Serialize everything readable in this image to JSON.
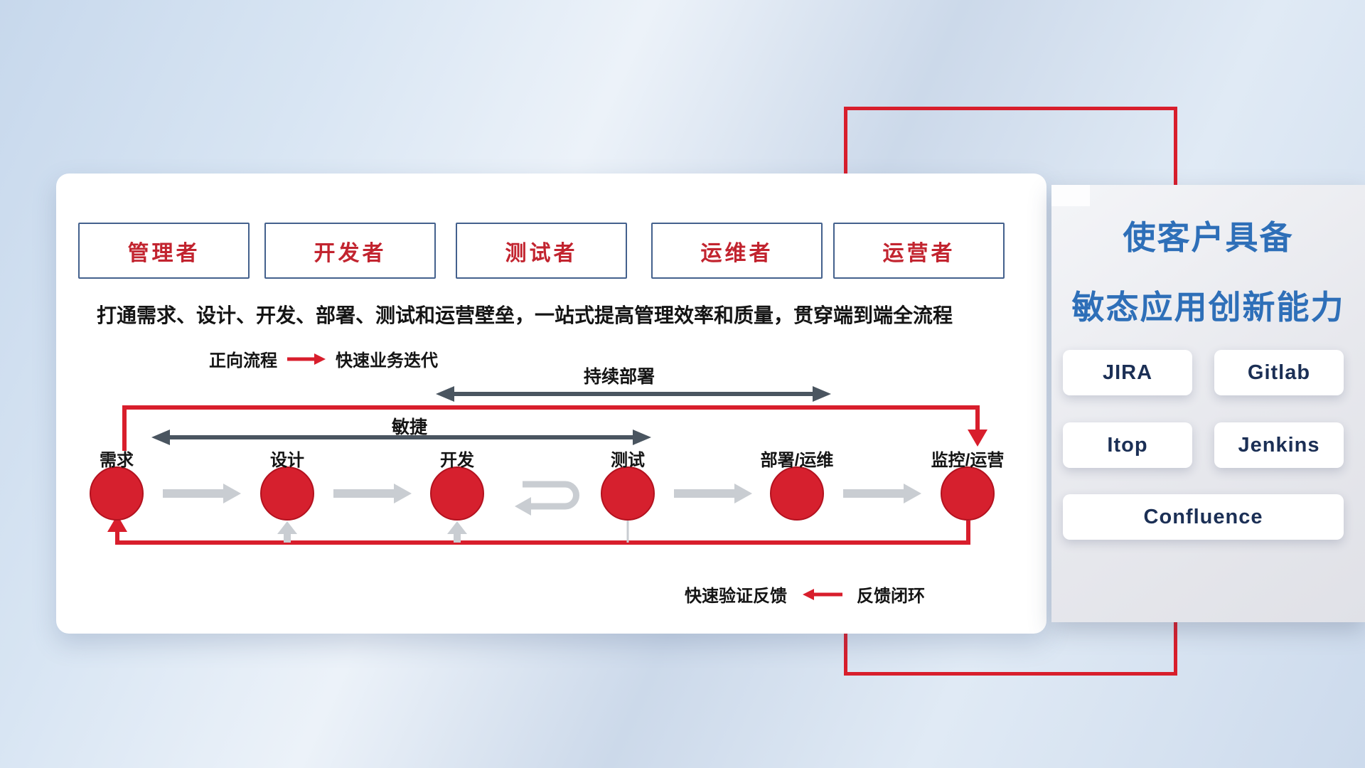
{
  "roles": [
    "管理者",
    "开发者",
    "测试者",
    "运维者",
    "运营者"
  ],
  "subtitle": "打通需求、设计、开发、部署、测试和运营壁垒，一站式提高管理效率和质量，贯穿端到端全流程",
  "forward_legend": {
    "label": "正向流程",
    "description": "快速业务迭代"
  },
  "feedback_legend": {
    "description": "快速验证反馈",
    "label": "反馈闭环"
  },
  "flow": {
    "stages": [
      "需求",
      "设计",
      "开发",
      "测试",
      "部署/运维",
      "监控/运营"
    ],
    "agile": "敏捷",
    "continuous_deployment": "持续部署"
  },
  "capability_panel": {
    "title_line1": "使客户具备",
    "title_line2": "敏态应用创新能力",
    "tools": [
      "JIRA",
      "Gitlab",
      "Itop",
      "Jenkins",
      "Confluence"
    ]
  },
  "icons": {
    "forward_arrow": "red-arrow-right",
    "feedback_arrow": "red-arrow-left",
    "iteration_loop": "gray-uturn-arrow",
    "stage_connector": "gray-arrow-right",
    "span_arrow": "dark-double-arrow"
  },
  "colors": {
    "accent_red": "#d81e2c",
    "role_text_red": "#c2242f",
    "title_blue": "#2e6fb8",
    "tool_text_navy": "#1b2f55",
    "span_arrow_dark": "#4a5560",
    "flow_arrow_gray": "#c9cdd2"
  }
}
